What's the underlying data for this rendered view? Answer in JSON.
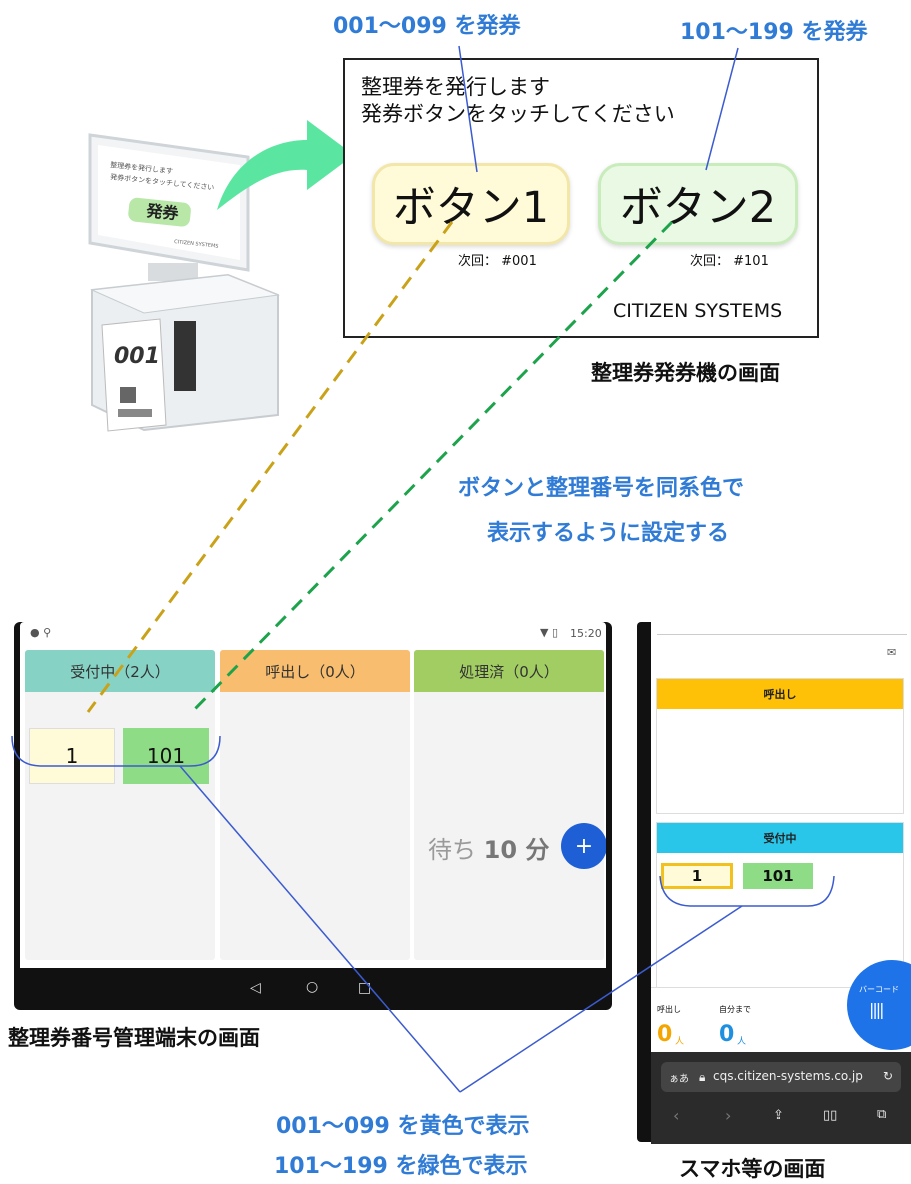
{
  "top_labels": {
    "range_left": "001～099 を発券",
    "range_right": "101～199 を発券"
  },
  "kiosk_screen": {
    "line1": "整理券を発行します",
    "line2": "発券ボタンをタッチしてください",
    "button1": "ボタン1",
    "button2": "ボタン2",
    "next1": "次回：  #001",
    "next2": "次回：  #101",
    "brand": "CITIZEN SYSTEMS",
    "caption": "整理券発券機の画面"
  },
  "device": {
    "screen_text1": "整理券を発行します",
    "screen_text2": "発券ボタンをタッチしてください",
    "screen_button": "発券",
    "screen_brand": "CITIZEN SYSTEMS",
    "ticket_number": "001"
  },
  "middle_note": {
    "line1": "ボタンと整理番号を同系色で",
    "line2": "表示するように設定する"
  },
  "tablet": {
    "time": "15:20",
    "columns": [
      {
        "label": "受付中（2人）",
        "color": "#86d3c6"
      },
      {
        "label": "呼出し（0人）",
        "color": "#f8bd6e"
      },
      {
        "label": "処理済（0人）",
        "color": "#a2cd63"
      }
    ],
    "tickets": [
      "1",
      "101"
    ],
    "wait_text": "待ち",
    "wait_value": "10 分",
    "fab": "+",
    "caption": "整理券番号管理端末の画面"
  },
  "phone": {
    "call_header": "呼出し",
    "waiting_header": "受付中",
    "tickets": [
      "1",
      "101"
    ],
    "stat1_label": "呼出し",
    "stat1_value": "0",
    "stat2_label": "自分まで",
    "stat2_value": "0",
    "stat_unit": "人",
    "barcode_label": "バーコード",
    "url_prefix": "ぁあ",
    "url": "cqs.citizen-systems.co.jp",
    "caption": "スマホ等の画面"
  },
  "bottom_labels": {
    "line1": "001～099 を黄色で表示",
    "line2": "101～199 を緑色で表示"
  },
  "colors": {
    "accent_blue": "#2f7bd6",
    "yellow_ticket": "#fffbd9",
    "green_ticket": "#8fdc86",
    "dash_yellow": "#caa21a",
    "dash_green": "#1da34b"
  }
}
